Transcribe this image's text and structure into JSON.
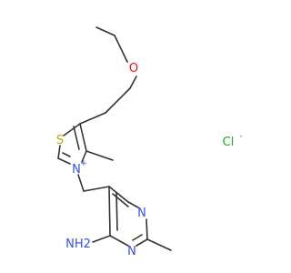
{
  "molecule": {
    "colors": {
      "bond": "#333333",
      "oxygen": "#ff0d0d",
      "sulfur": "#c8a600",
      "nitrogen": "#3050f8",
      "chlorine": "#1fa71f"
    },
    "atoms": {
      "oxygen": "O",
      "sulfur": "S",
      "thiazolium_nitrogen": "N",
      "thiazolium_nitrogen_charge": "+",
      "pyrimidine_nitrogen_top": "N",
      "pyrimidine_nitrogen_bottom": "N",
      "amine": "NH2",
      "chloride": "Cl",
      "chloride_charge": "-"
    }
  }
}
